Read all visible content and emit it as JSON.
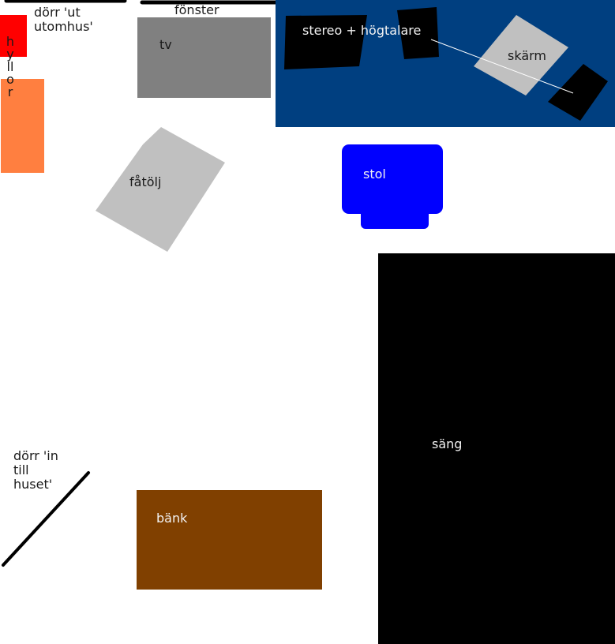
{
  "labels": {
    "door_outside": "dörr 'ut utomhus'",
    "window": "fönster",
    "shelves": "hyllor",
    "tv": "tv",
    "stereo": "stereo + högtalare",
    "screen": "skärm",
    "armchair": "fåtölj",
    "chair": "stol",
    "bed": "säng",
    "door_inside": "dörr 'in till huset'",
    "bench": "bänk"
  },
  "colors": {
    "shelves_red": "#ff0000",
    "shelves_orange": "#ff7f40",
    "tv": "#808080",
    "stereo_area": "#003f80",
    "screen": "#c0c0c0",
    "armchair": "#c0c0c0",
    "chair": "#0000ff",
    "bed": "#000000",
    "bench": "#804000"
  }
}
